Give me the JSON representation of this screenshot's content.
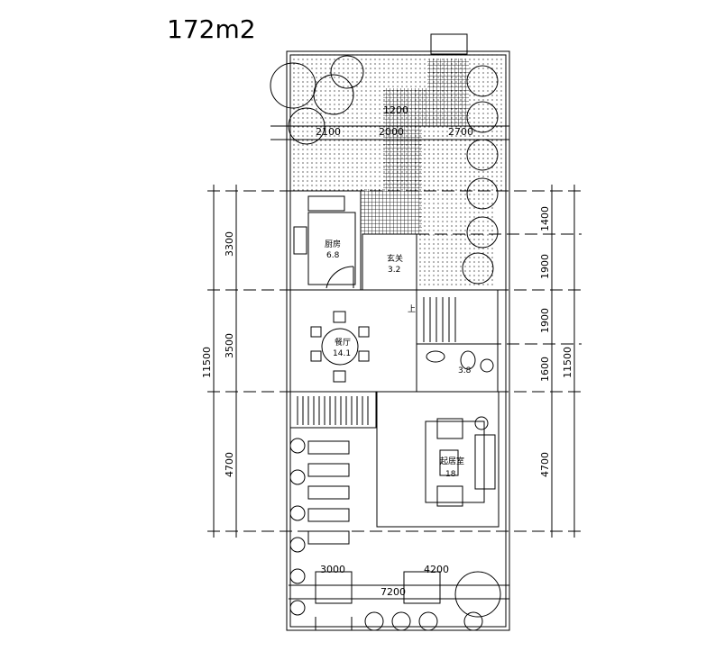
{
  "title": "172m2",
  "rooms": {
    "kitchen": {
      "name": "厨房",
      "area": "6.8"
    },
    "entry": {
      "name": "玄关",
      "area": "3.2"
    },
    "dining": {
      "name": "餐厅",
      "area": "14.1"
    },
    "bath": {
      "area": "3.8"
    },
    "living": {
      "name": "起居室",
      "area": "18"
    },
    "stair_up": "上"
  },
  "dimensions": {
    "left": [
      "3300",
      "3500",
      "4700"
    ],
    "left_total": "11500",
    "right": [
      "1400",
      "1900",
      "1900",
      "1600",
      "4700"
    ],
    "right_total": "11500",
    "garden_top": [
      "1200",
      "2100",
      "2000",
      "2700"
    ],
    "bottom": [
      "3000",
      "4200",
      "7200"
    ]
  }
}
